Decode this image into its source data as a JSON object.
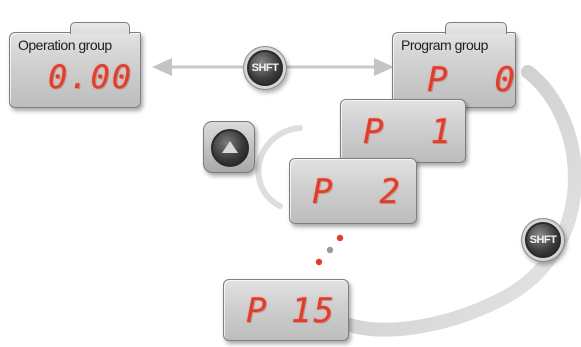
{
  "operation_group": {
    "label": "Operation group",
    "display": "0.00"
  },
  "program_group": {
    "label": "Program group",
    "display": "P  0"
  },
  "program_panels": [
    {
      "display": "P  1"
    },
    {
      "display": "P  2"
    },
    {
      "display": "P 15"
    }
  ],
  "buttons": {
    "shift_label": "SHFT",
    "up_icon": "up-triangle-icon"
  },
  "colors": {
    "segment_red": "#e13d2c",
    "panel_gray": "#cfcfcf",
    "arrow_gray": "#c8c8c8"
  }
}
